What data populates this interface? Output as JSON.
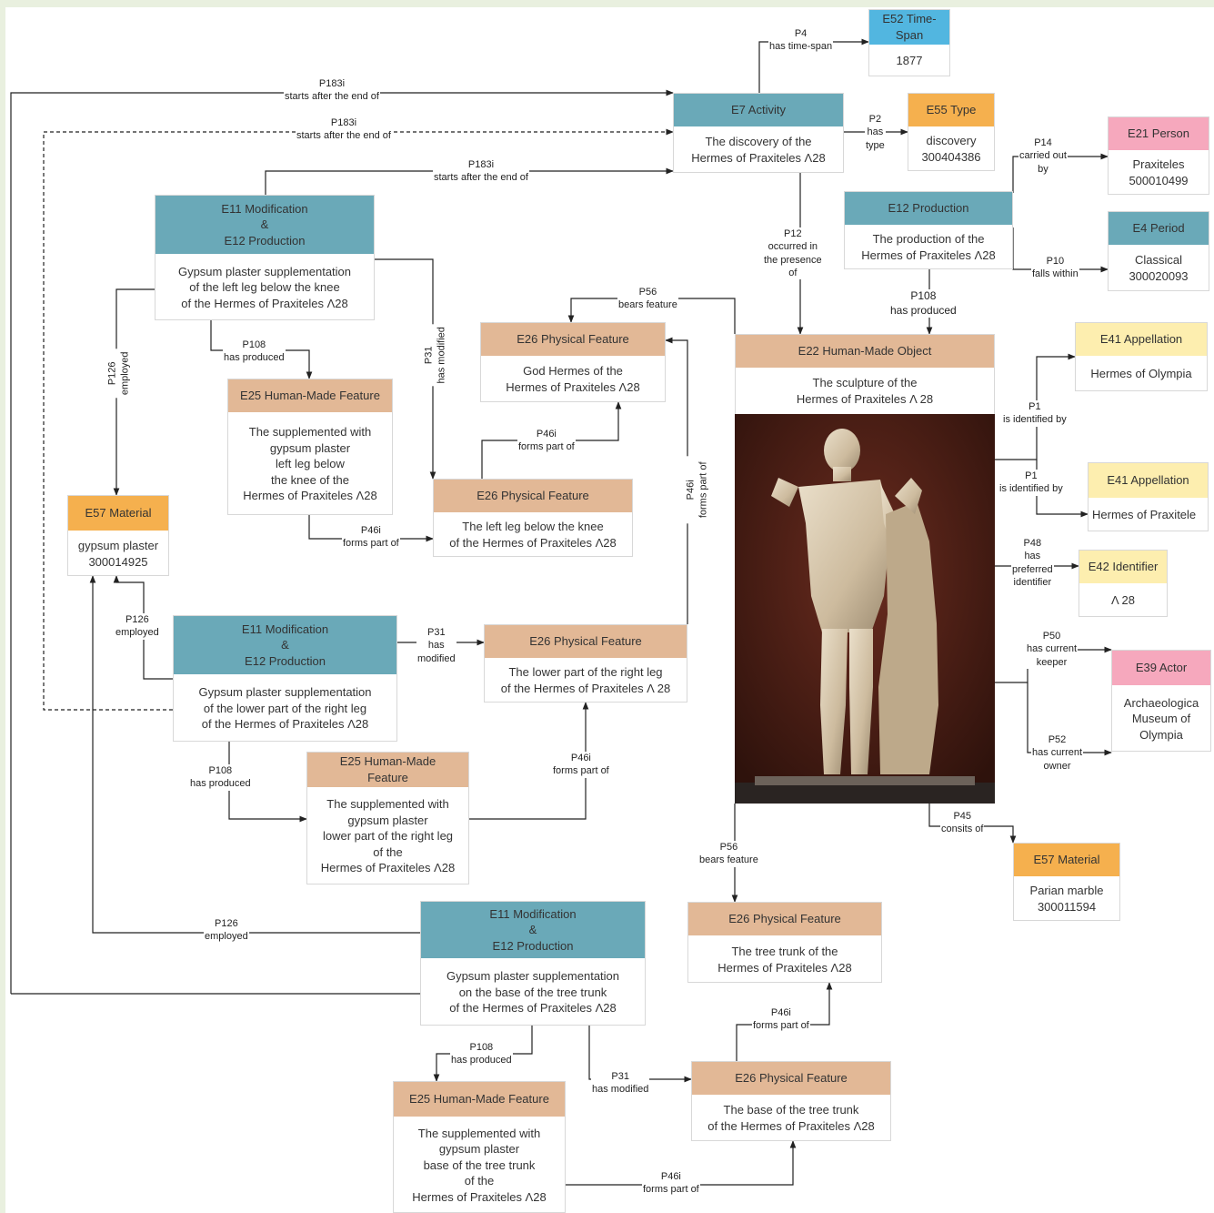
{
  "nodes": {
    "e52": {
      "header": "E52 Time-\nSpan",
      "body": "1877"
    },
    "e7": {
      "header": "E7 Activity",
      "body": "The discovery of the\nHermes of Praxiteles Λ28"
    },
    "e55": {
      "header": "E55 Type",
      "body": "discovery\n300404386"
    },
    "e21": {
      "header": "E21 Person",
      "body": "Praxiteles\n500010499"
    },
    "e12prod": {
      "header": "E12 Production",
      "body": "The production of the\nHermes of Praxiteles Λ28"
    },
    "e4": {
      "header": "E4 Period",
      "body": "Classical\n300020093"
    },
    "mod1": {
      "header": "E11 Modification\n&\nE12 Production",
      "body": "Gypsum plaster supplementation\nof the left leg below the knee\nof the Hermes of Praxiteles Λ28"
    },
    "e26god": {
      "header": "E26 Physical Feature",
      "body": "God Hermes of the\nHermes of Praxiteles Λ28"
    },
    "e22": {
      "header": "E22 Human-Made Object",
      "body": "The sculpture of the\nHermes of Praxiteles Λ 28"
    },
    "e41a": {
      "header": "E41 Appellation",
      "body": "Hermes of Olympia"
    },
    "e25a": {
      "header": "E25 Human-Made Feature",
      "body": "The supplemented with\ngypsum plaster\nleft leg below\nthe knee of the\nHermes of Praxiteles Λ28"
    },
    "e26leftleg": {
      "header": "E26 Physical Feature",
      "body": "The left leg below the knee\nof the Hermes of Praxiteles Λ28"
    },
    "e57gyp": {
      "header": "E57 Material",
      "body": "gypsum plaster\n300014925"
    },
    "e41b": {
      "header": "E41 Appellation",
      "body": "Hermes of Praxitele"
    },
    "e42": {
      "header": "E42 Identifier",
      "body": "Λ 28"
    },
    "mod2": {
      "header": "E11 Modification\n&\nE12 Production",
      "body": "Gypsum plaster supplementation\nof the lower part of the right leg\nof the Hermes of Praxiteles Λ28"
    },
    "e26rightleg": {
      "header": "E26 Physical Feature",
      "body": "The lower part of the right leg\nof the Hermes of Praxiteles Λ 28"
    },
    "e39": {
      "header": "E39 Actor",
      "body": "Archaeologica\nMuseum of\nOlympia"
    },
    "e25b": {
      "header": "E25 Human-Made\nFeature",
      "body": "The supplemented with\ngypsum plaster\nlower part of the right leg\nof the\nHermes of Praxiteles Λ28"
    },
    "e57marble": {
      "header": "E57 Material",
      "body": "Parian marble\n300011594"
    },
    "mod3": {
      "header": "E11 Modification\n&\nE12 Production",
      "body": "Gypsum plaster supplementation\non the base of the tree trunk\nof the Hermes of Praxiteles Λ28"
    },
    "e26trunk": {
      "header": "E26 Physical Feature",
      "body": "The tree trunk of the\nHermes of Praxiteles Λ28"
    },
    "e26base": {
      "header": "E26 Physical Feature",
      "body": "The base of the tree trunk\nof the Hermes of Praxiteles Λ28"
    },
    "e25c": {
      "header": "E25 Human-Made Feature",
      "body": "The supplemented with\ngypsum plaster\nbase of the tree trunk\nof the\nHermes of Praxiteles Λ28"
    }
  },
  "edge_labels": {
    "p4": "P4\nhas time-span",
    "p183_1": "P183i\nstarts after the end of",
    "p183_2": "P183i\nstarts after the end of",
    "p183_3": "P183i\nstarts after the end of",
    "p2": "P2\nhas\ntype",
    "p14": "P14\ncarried out\nby",
    "p10": "P10\nfalls within",
    "p12": "P12\noccurred in\nthe presence\nof",
    "p108_prod": "P108\nhas produced",
    "p56_god": "P56\nbears feature",
    "p126_1": "P126\nemployed",
    "p108_1": "P108\nhas produced",
    "p31_1": "P31\nhas modified",
    "p46_god": "P46i\nforms part of",
    "p46_leftleg": "P46i\nforms part of",
    "p46_right_to_god": "P46i\nforms part of",
    "p1a": "P1\nis identified by",
    "p1b": "P1\nis identified by",
    "p48": "P48\nhas\npreferred\nidentifier",
    "p126_2": "P126\nemployed",
    "p31_2": "P31\nhas\nmodified",
    "p50": "P50\nhas current\nkeeper",
    "p52": "P52\nhas current\nowner",
    "p108_2": "P108\nhas produced",
    "p46_rightleg": "P46i\nforms part of",
    "p45": "P45\nconsits of",
    "p56_trunk": "P56\nbears feature",
    "p126_3": "P126\nemployed",
    "p46_trunk": "P46i\nforms part of",
    "p108_3": "P108\nhas produced",
    "p31_3": "P31\nhas modified",
    "p46_base": "P46i\nforms part of"
  },
  "colors": {
    "activity_blue": "#6aa9b8",
    "timespan_blue": "#52b6e0",
    "feature_tan": "#e2b896",
    "material_orange": "#f5b04e",
    "person_pink": "#f6a8bd",
    "appellation_yellow": "#fdeeaf",
    "background": "#e9f0df"
  },
  "image": {
    "subject": "statue photograph"
  }
}
